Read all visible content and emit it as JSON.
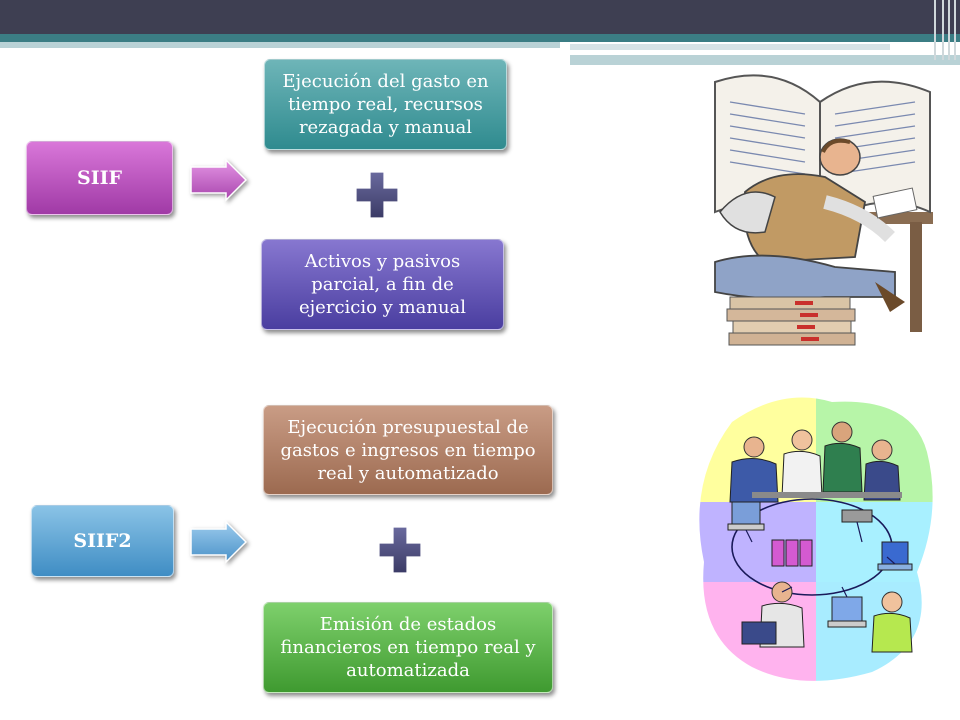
{
  "diagram": {
    "sections": [
      {
        "label": "SIIF",
        "items": [
          "Ejecución del gasto en tiempo real, recursos rezagada y manual",
          "Activos y pasivos parcial, a fin de ejercicio y manual"
        ]
      },
      {
        "label": "SIIF2",
        "items": [
          "Ejecución presupuestal de gastos e ingresos en tiempo real y automatizado",
          "Emisión de estados financieros en tiempo real y  automatizada"
        ]
      }
    ]
  },
  "colors": {
    "siif": "#b04fb4",
    "siif2": "#5aa3d6",
    "plus": "#4a4a78"
  },
  "illustrations": {
    "top": "bookkeeper-clipart",
    "bottom": "networked-office-clipart"
  }
}
